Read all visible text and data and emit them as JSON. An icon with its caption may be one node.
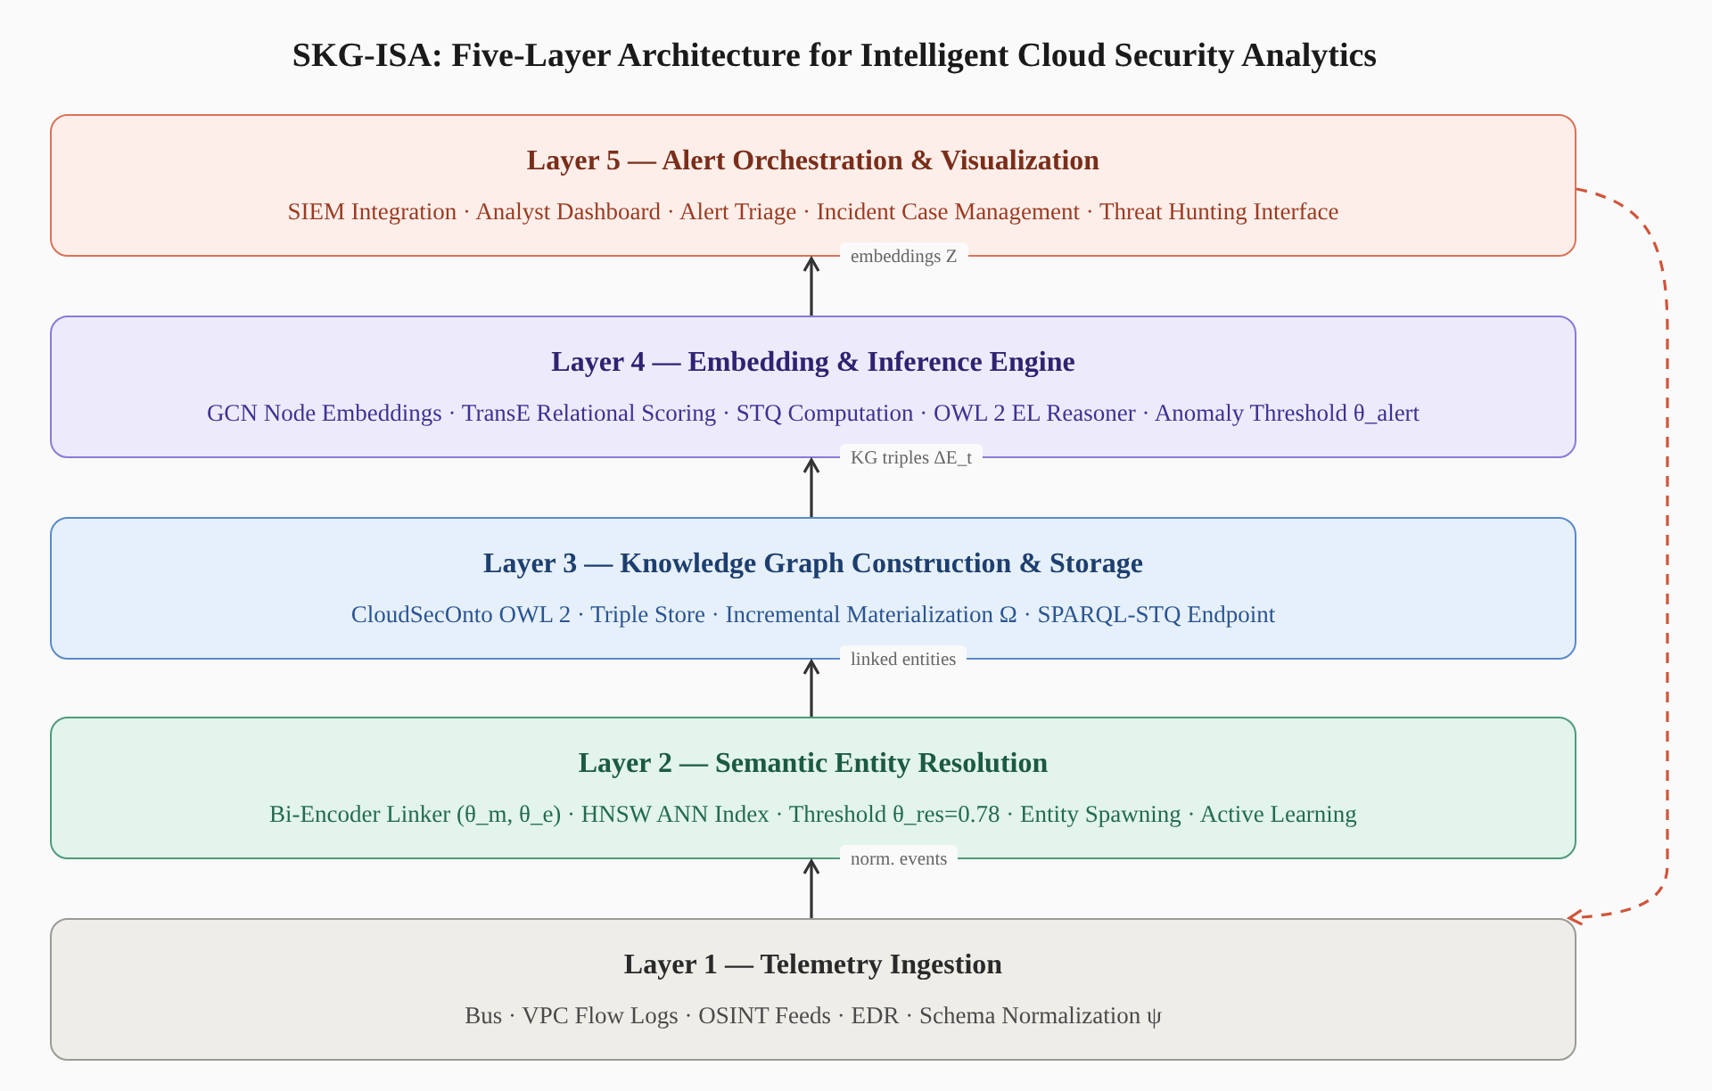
{
  "diagram": {
    "title": "SKG-ISA: Five-Layer Architecture for Intelligent Cloud Security Analytics",
    "nodes": [
      {
        "text": [
          "Layer 5 — Alert Orchestration & Visualization",
          "SIEM Integration · Analyst Dashboard · Alert Triage · Incident Case Management · Threat Hunting Interface"
        ]
      },
      {
        "text": [
          "Layer 4 — Embedding & Inference Engine",
          "GCN Node Embeddings · TransE Relational Scoring · STQ Computation · OWL 2 EL Reasoner · Anomaly Threshold θ_alert"
        ]
      },
      {
        "text": [
          "Layer 3 — Knowledge Graph Construction & Storage",
          "CloudSecOnto OWL 2 · Triple Store · Incremental Materialization Ω · SPARQL-STQ Endpoint"
        ]
      },
      {
        "text": [
          "Layer 2 — Semantic Entity Resolution",
          "Bi-Encoder Linker (θ_m, θ_e) · HNSW ANN Index · Threshold θ_res=0.78 · Entity Spawning · Active Learning"
        ]
      },
      {
        "text": [
          "Layer 1 — Telemetry Ingestion",
          "Bus · VPC Flow Logs · OSINT Feeds · EDR · Schema Normalization ψ"
        ]
      }
    ],
    "edges": [
      {
        "from": 1,
        "to": 0,
        "arrow": "to",
        "label": "embeddings Z"
      },
      {
        "from": 2,
        "to": 1,
        "arrow": "to",
        "label": "KG triples ΔE_t"
      },
      {
        "from": 3,
        "to": 2,
        "arrow": "to",
        "label": "linked entities"
      },
      {
        "from": 4,
        "to": 3,
        "arrow": "to",
        "label": "norm. events"
      },
      {
        "from": 0,
        "to": 4,
        "arrow": "to",
        "style": "dashed",
        "color": "#d0553a"
      }
    ]
  }
}
